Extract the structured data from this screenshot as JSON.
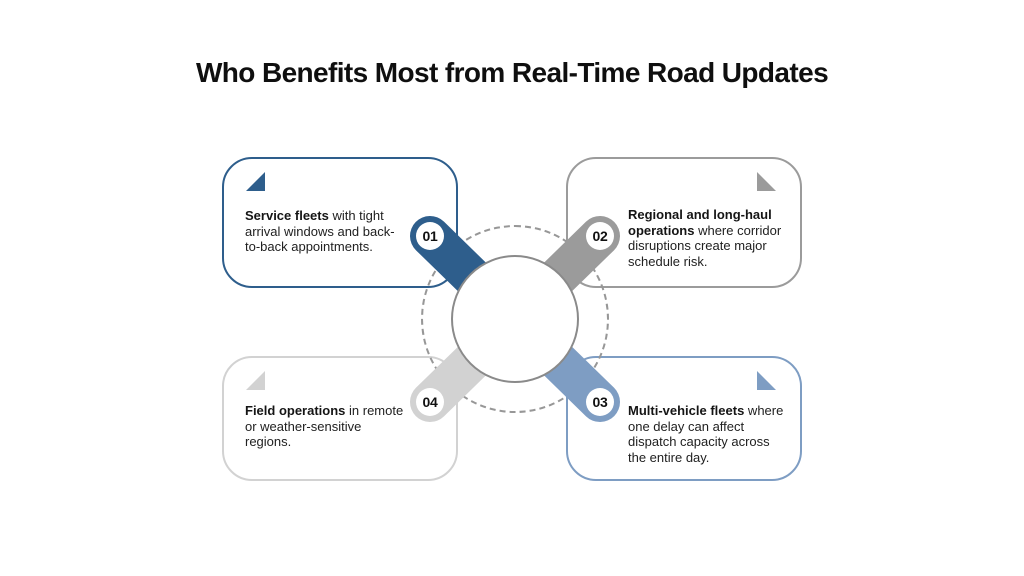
{
  "title": "Who Benefits Most from Real-Time Road Updates",
  "background": "#ffffff",
  "cards": [
    {
      "number": "01",
      "position": "top-left",
      "color": "#2e5e8c",
      "bold": "Service fleets",
      "rest": " with tight\narrival windows and back-\nto-back appointments."
    },
    {
      "number": "02",
      "position": "top-right",
      "color": "#9b9b9b",
      "bold": "Regional and long-haul\noperations",
      "rest": " where corridor\ndisruptions create major\nschedule risk."
    },
    {
      "number": "03",
      "position": "bottom-right",
      "color": "#7e9dc3",
      "bold": "Multi-vehicle fleets",
      "rest": " where\none delay can affect\ndispatch capacity across\nthe entire day."
    },
    {
      "number": "04",
      "position": "bottom-left",
      "color": "#d2d2d2",
      "bold": "Field operations",
      "rest": " in remote\nor weather-sensitive\nregions."
    }
  ],
  "center": {
    "circle_border": "#8a8a8a",
    "dashed_ring": "#979797"
  },
  "text_color": "#212121",
  "title_color": "#0f0f0f"
}
